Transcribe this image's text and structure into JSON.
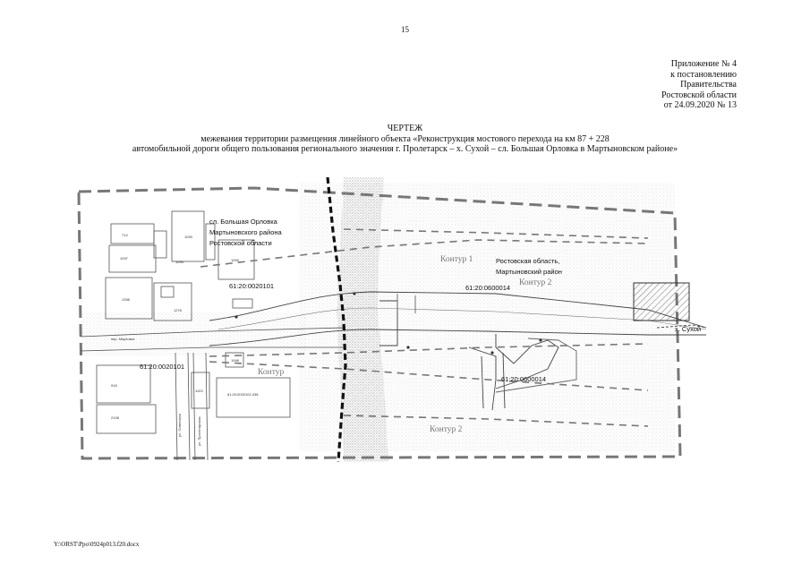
{
  "page_number": "15",
  "appendix": {
    "line1": "Приложение № 4",
    "line2": "к постановлению",
    "line3": "Правительства",
    "line4": "Ростовской области",
    "line5": "от 24.09.2020 № 13"
  },
  "title": {
    "heading": "ЧЕРТЕЖ",
    "line1": "межевания территории размещения линейного объекта «Реконструкция мостового перехода на км 87 + 228",
    "line2": "автомобильной дороги общего пользования регионального значения г. Пролетарск – х. Сухой – сл. Большая Орловка в Мартыновском районе»"
  },
  "map": {
    "settlement_line1": "сл. Большая Орловка",
    "settlement_line2": "Мартыновского района",
    "settlement_line3": "Ростовской области",
    "region_line1": "Ростовская область,",
    "region_line2": "Мартыновский район",
    "contour_1": "Контур 1",
    "contour_2_top": "Контур 2",
    "contour_bottom_left": "Контур",
    "contour_2_bottom": "Контур 2",
    "cadastral_1": "61:20:0020101",
    "cadastral_2": "61:20:0020101",
    "cadastral_3": "61:20:0600014",
    "cadastral_4": "61:20:0600014",
    "road_direction": "х. Сухой",
    "street_1": "пер. Мартовск",
    "street_2": "ул. Советская",
    "street_3": "ул. Пролетарская",
    "lot_labels": [
      "714",
      "1097",
      "1093",
      "1095",
      "1398",
      "1093",
      "1276",
      "918",
      "2108",
      "1103",
      "1098",
      "61:20:0020101:438"
    ]
  }
}
